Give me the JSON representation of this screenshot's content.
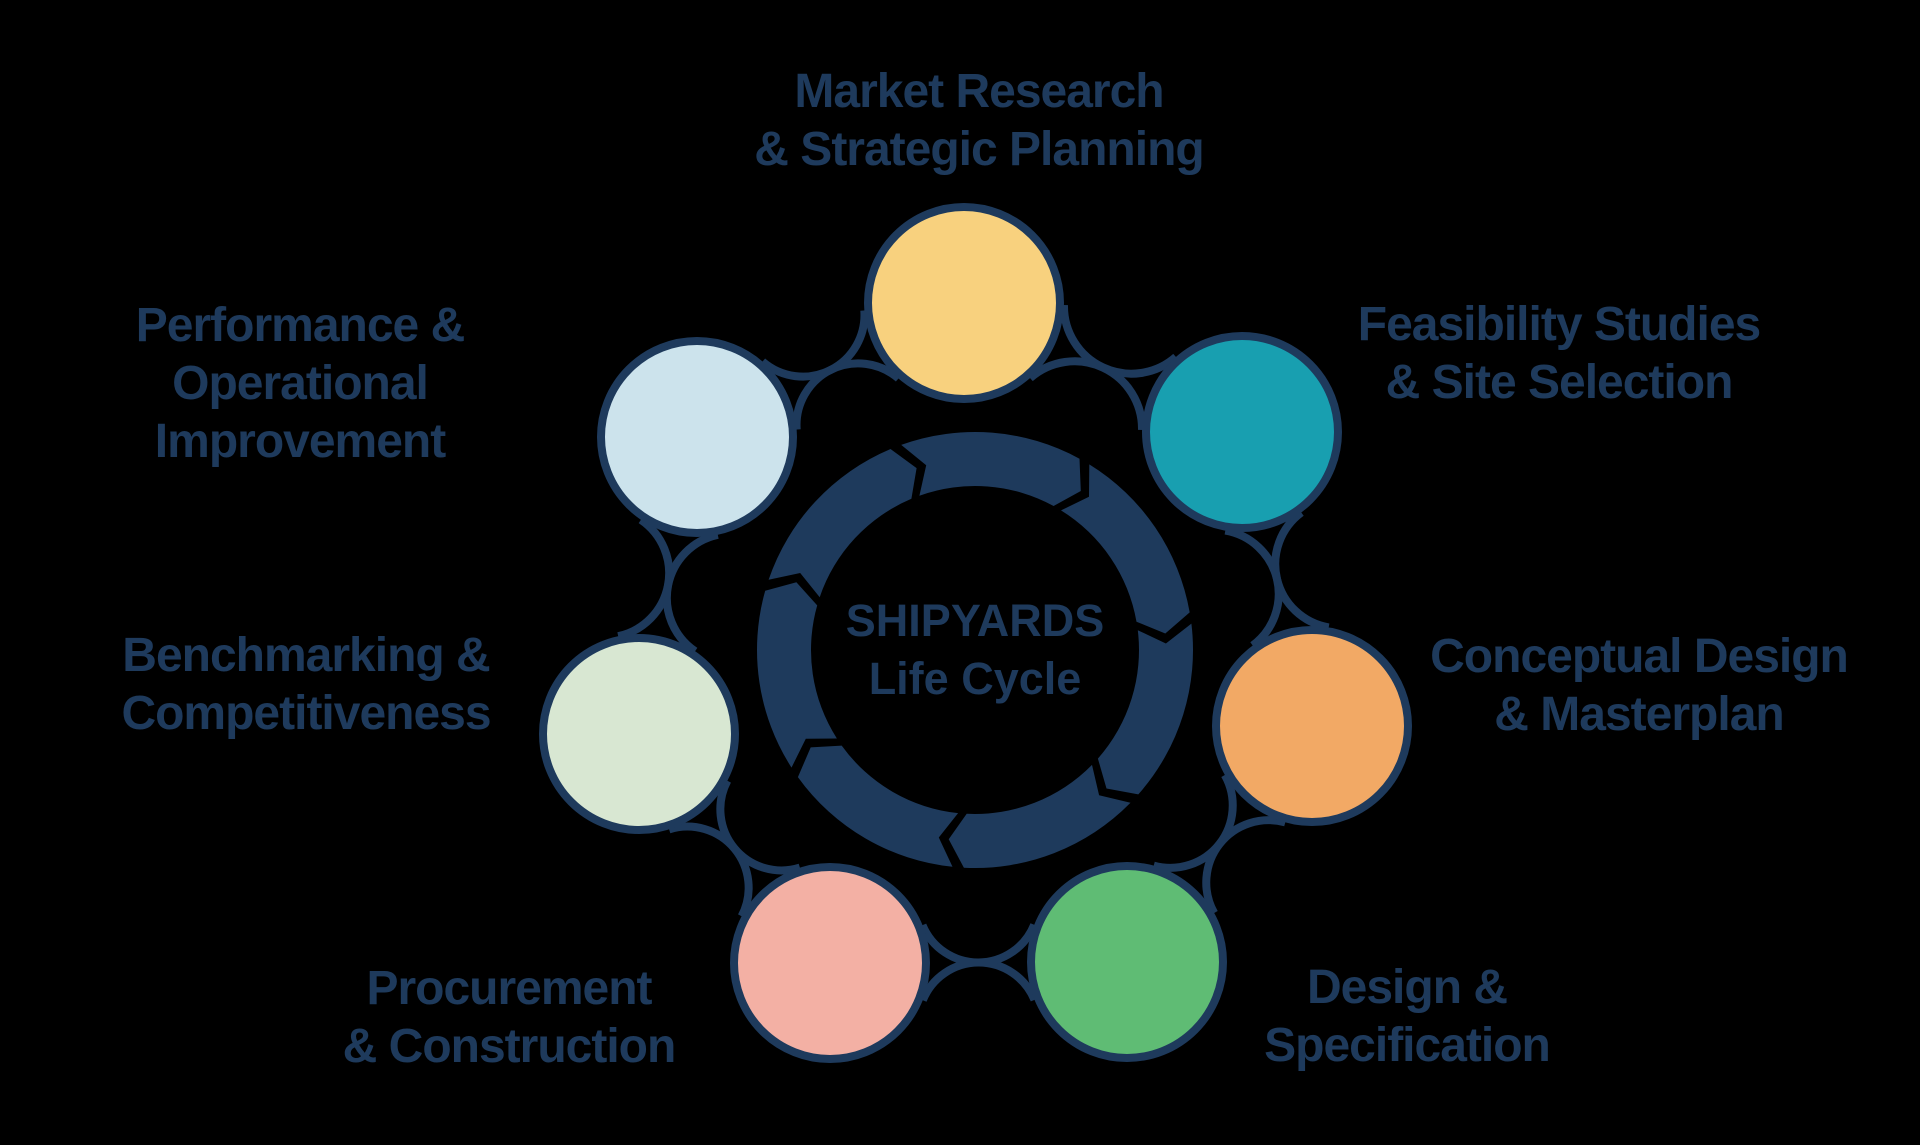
{
  "title": {
    "line1": "SHIPYARDS",
    "line2": "Life Cycle"
  },
  "colors": {
    "background": "#000000",
    "navy": "#1E3A5C"
  },
  "phases": [
    {
      "id": "market-research",
      "lines": [
        "Market Research",
        "& Strategic Planning"
      ],
      "color": "#F8D17E"
    },
    {
      "id": "feasibility",
      "lines": [
        "Feasibility Studies",
        "& Site Selection"
      ],
      "color": "#189FB0"
    },
    {
      "id": "conceptual-design",
      "lines": [
        "Conceptual Design",
        "& Masterplan"
      ],
      "color": "#F2A965"
    },
    {
      "id": "design-specification",
      "lines": [
        "Design &",
        "Specification"
      ],
      "color": "#5FBC74"
    },
    {
      "id": "procurement-construction",
      "lines": [
        "Procurement",
        "& Construction"
      ],
      "color": "#F3B0A4"
    },
    {
      "id": "benchmarking",
      "lines": [
        "Benchmarking &",
        "Competitiveness"
      ],
      "color": "#D8E7D2"
    },
    {
      "id": "performance",
      "lines": [
        "Performance &",
        "Operational",
        "Improvement"
      ],
      "color": "#CCE3EC"
    }
  ]
}
